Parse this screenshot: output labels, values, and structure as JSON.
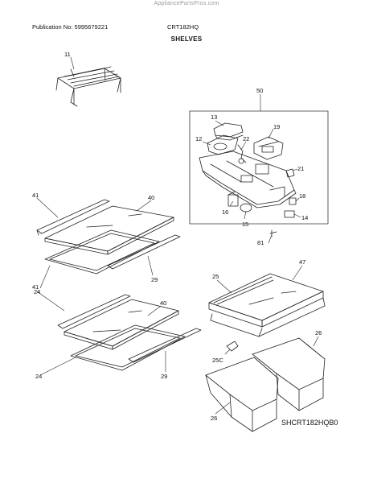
{
  "header": {
    "watermark": "AppliancePartsPros.com",
    "publication": "Publication No: 5995679221",
    "model": "CRT182HQ",
    "section_title": "SHELVES"
  },
  "callouts": [
    "11",
    "50",
    "13",
    "19",
    "12",
    "22",
    "21",
    "16",
    "18",
    "15",
    "14",
    "81",
    "41",
    "40",
    "29",
    "24",
    "41",
    "40",
    "24",
    "29",
    "47",
    "25",
    "26",
    "25C",
    "26"
  ],
  "diagram_code": "SHCRT182HQB0"
}
